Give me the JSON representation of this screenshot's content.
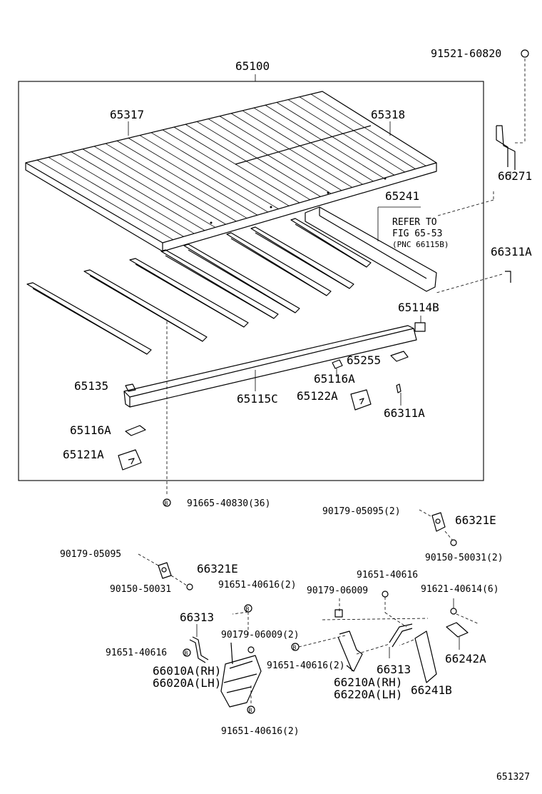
{
  "labels": {
    "l65100": "65100",
    "l91521": "91521-60820",
    "l65317": "65317",
    "l65318": "65318",
    "l66271": "66271",
    "l65241": "65241",
    "refer1": "REFER TO",
    "refer2": "FIG 65-53",
    "refer3": "(PNC 66115B)",
    "l66311a_top": "66311A",
    "l65114b": "65114B",
    "l65255": "65255",
    "l65116a_mid": "65116A",
    "l65135": "65135",
    "l65115c": "65115C",
    "l65122a": "65122A",
    "l66311a_low": "66311A",
    "l65116a_low": "65116A",
    "l65121a": "65121A",
    "l91665": "91665-40830(36)",
    "l90179_05095_2": "90179-05095(2)",
    "l66321e_right": "66321E",
    "l90150_50031_2": "90150-50031(2)",
    "l90179_05095": "90179-05095",
    "l66321e_left": "66321E",
    "l90150_50031": "90150-50031",
    "l91651_40616_2_top": "91651-40616(2)",
    "l91651_40616_right": "91651-40616",
    "l90179_06009": "90179-06009",
    "l91621_40614": "91621-40614(6)",
    "l66313_left": "66313",
    "l90179_06009_2": "90179-06009(2)",
    "l91651_40616_left": "91651-40616",
    "l66010a": "66010A(RH)",
    "l66020a": "66020A(LH)",
    "l91651_40616_2_mid": "91651-40616(2)",
    "l66313_right": "66313",
    "l66242a": "66242A",
    "l66210a": "66210A(RH)",
    "l66220a": "66220A(LH)",
    "l66241b": "66241B",
    "l91651_40616_2_bot": "91651-40616(2)",
    "fig_code": "651327"
  },
  "icons": [
    "bolt-icon",
    "washer-icon",
    "nut-icon",
    "clip-icon"
  ]
}
